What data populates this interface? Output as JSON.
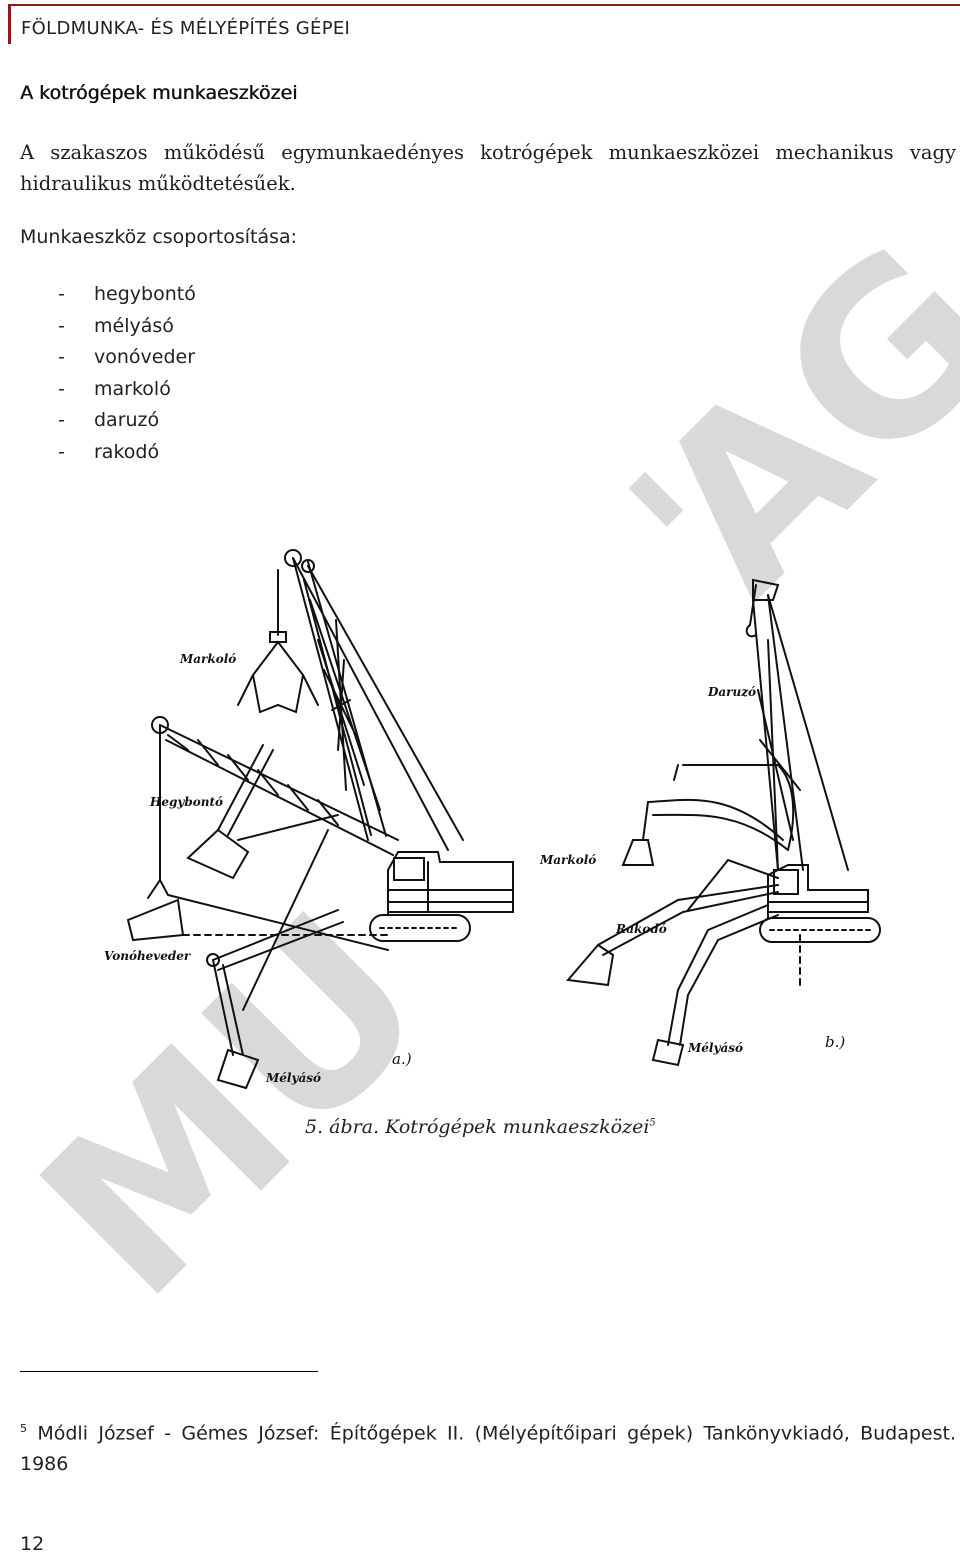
{
  "header": {
    "title": "FÖLDMUNKA- ÉS MÉLYÉPÍTÉS GÉPEI"
  },
  "section": {
    "title": "A kotrógépek munkaeszközei"
  },
  "paragraph": "A szakaszos működésű egymunkaedényes kotrógépek munkaeszközei mechanikus vagy hidraulikus működtetésűek.",
  "intro": "Munkaeszköz csoportosítása:",
  "list": {
    "dash": "-",
    "items": [
      "hegybontó",
      "mélyásó",
      "vonóveder",
      "markoló",
      "daruzó",
      "rakodó"
    ]
  },
  "figure": {
    "labels": {
      "markolo_a": "Markoló",
      "hegybonto": "Hegybontó",
      "vonoheveder": "Vonóheveder",
      "melyaso_a": "Mélyásó",
      "a": "a.)",
      "daruzo": "Daruzó",
      "markolo_b": "Markoló",
      "rakodo": "Rakodó",
      "melyaso_b": "Mélyásó",
      "b": "b.)"
    },
    "caption": "5. ábra. Kotrógépek munkaeszközei",
    "caption_ref": "5"
  },
  "footnote": {
    "ref": "5",
    "text": " Módli József - Gémes József: Építőgépek II. (Mélyépítőipari gépek) Tankönyvkiadó, Budapest. 1986"
  },
  "page_number": "12",
  "watermark": {
    "top_text": "AG",
    "bottom_text": "MU",
    "color": "#d8d8d8"
  }
}
